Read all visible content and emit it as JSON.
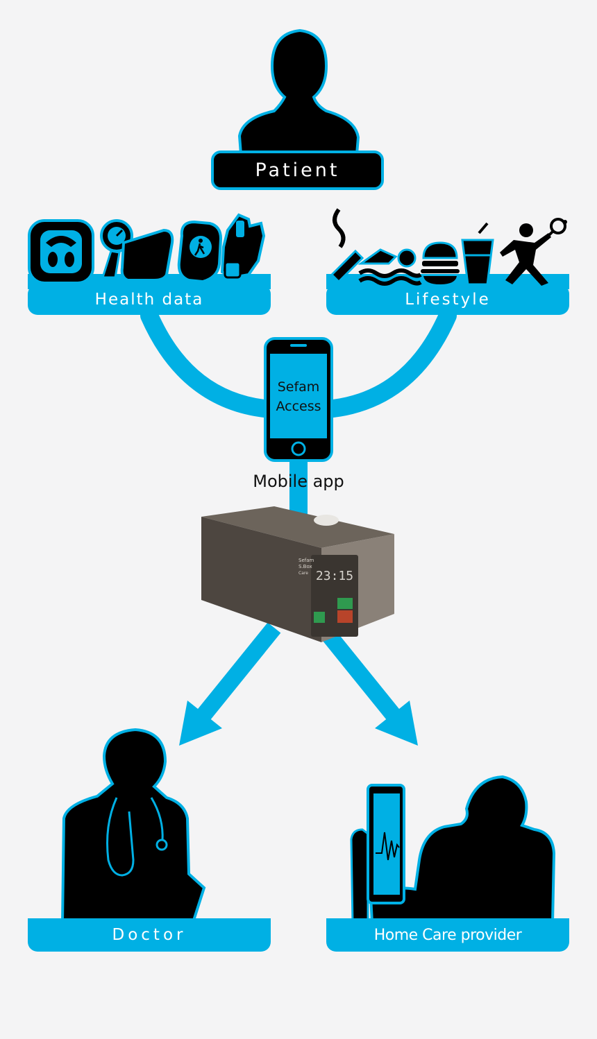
{
  "nodes": {
    "patient": "Patient",
    "health_data": "Health data",
    "lifestyle": "Lifestyle",
    "mobile_app": "Mobile app",
    "doctor": "Doctor",
    "home_care_provider": "Home Care provider"
  },
  "phone_screen": {
    "line1": "Sefam",
    "line2": "Access"
  },
  "device": {
    "brand_lines": [
      "Sefam",
      "S.Box",
      "Care"
    ],
    "clock": "23:15"
  },
  "colors": {
    "accent": "#00b0e4",
    "silhouette": "#000000",
    "device": "#5f5850",
    "background": "#f4f4f5"
  },
  "icons": {
    "health_data": [
      "bathroom-scale-icon",
      "blood-pressure-gauge-icon",
      "pedometer-watch-icon",
      "pulse-oximeter-icon"
    ],
    "lifestyle": [
      "cigarette-icon",
      "swimmer-icon",
      "burger-icon",
      "drink-cup-icon",
      "tennis-player-icon"
    ]
  }
}
